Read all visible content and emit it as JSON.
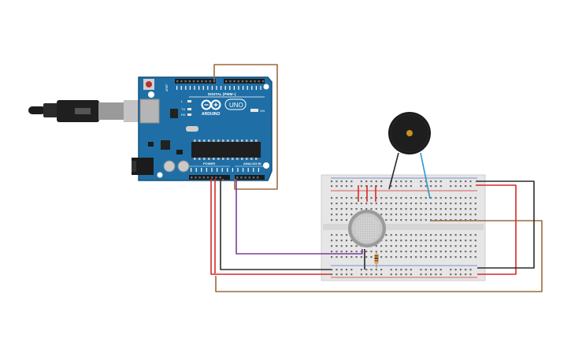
{
  "arduino": {
    "digital_label": "DIGITAL (PWM~)",
    "power_label": "POWER",
    "analog_label": "ANALOG IN",
    "brand": "ARDUINO",
    "model": "UNO",
    "on_label": "ON",
    "tx_label": "TX",
    "rx_label": "RX",
    "l_label": "L",
    "aref_label": "AREF"
  },
  "colors": {
    "board": "#1f6fa6",
    "board_edge": "#15527d",
    "breadboard": "#e6e6e6",
    "wire_red": "#d62a2a",
    "wire_black": "#2b2b2b",
    "wire_brown": "#9b6a3d",
    "wire_purple": "#7a3e9b",
    "wire_blue": "#2b97c9",
    "buzzer": "#1b1b1b",
    "sensor": "#bdbdbd"
  }
}
